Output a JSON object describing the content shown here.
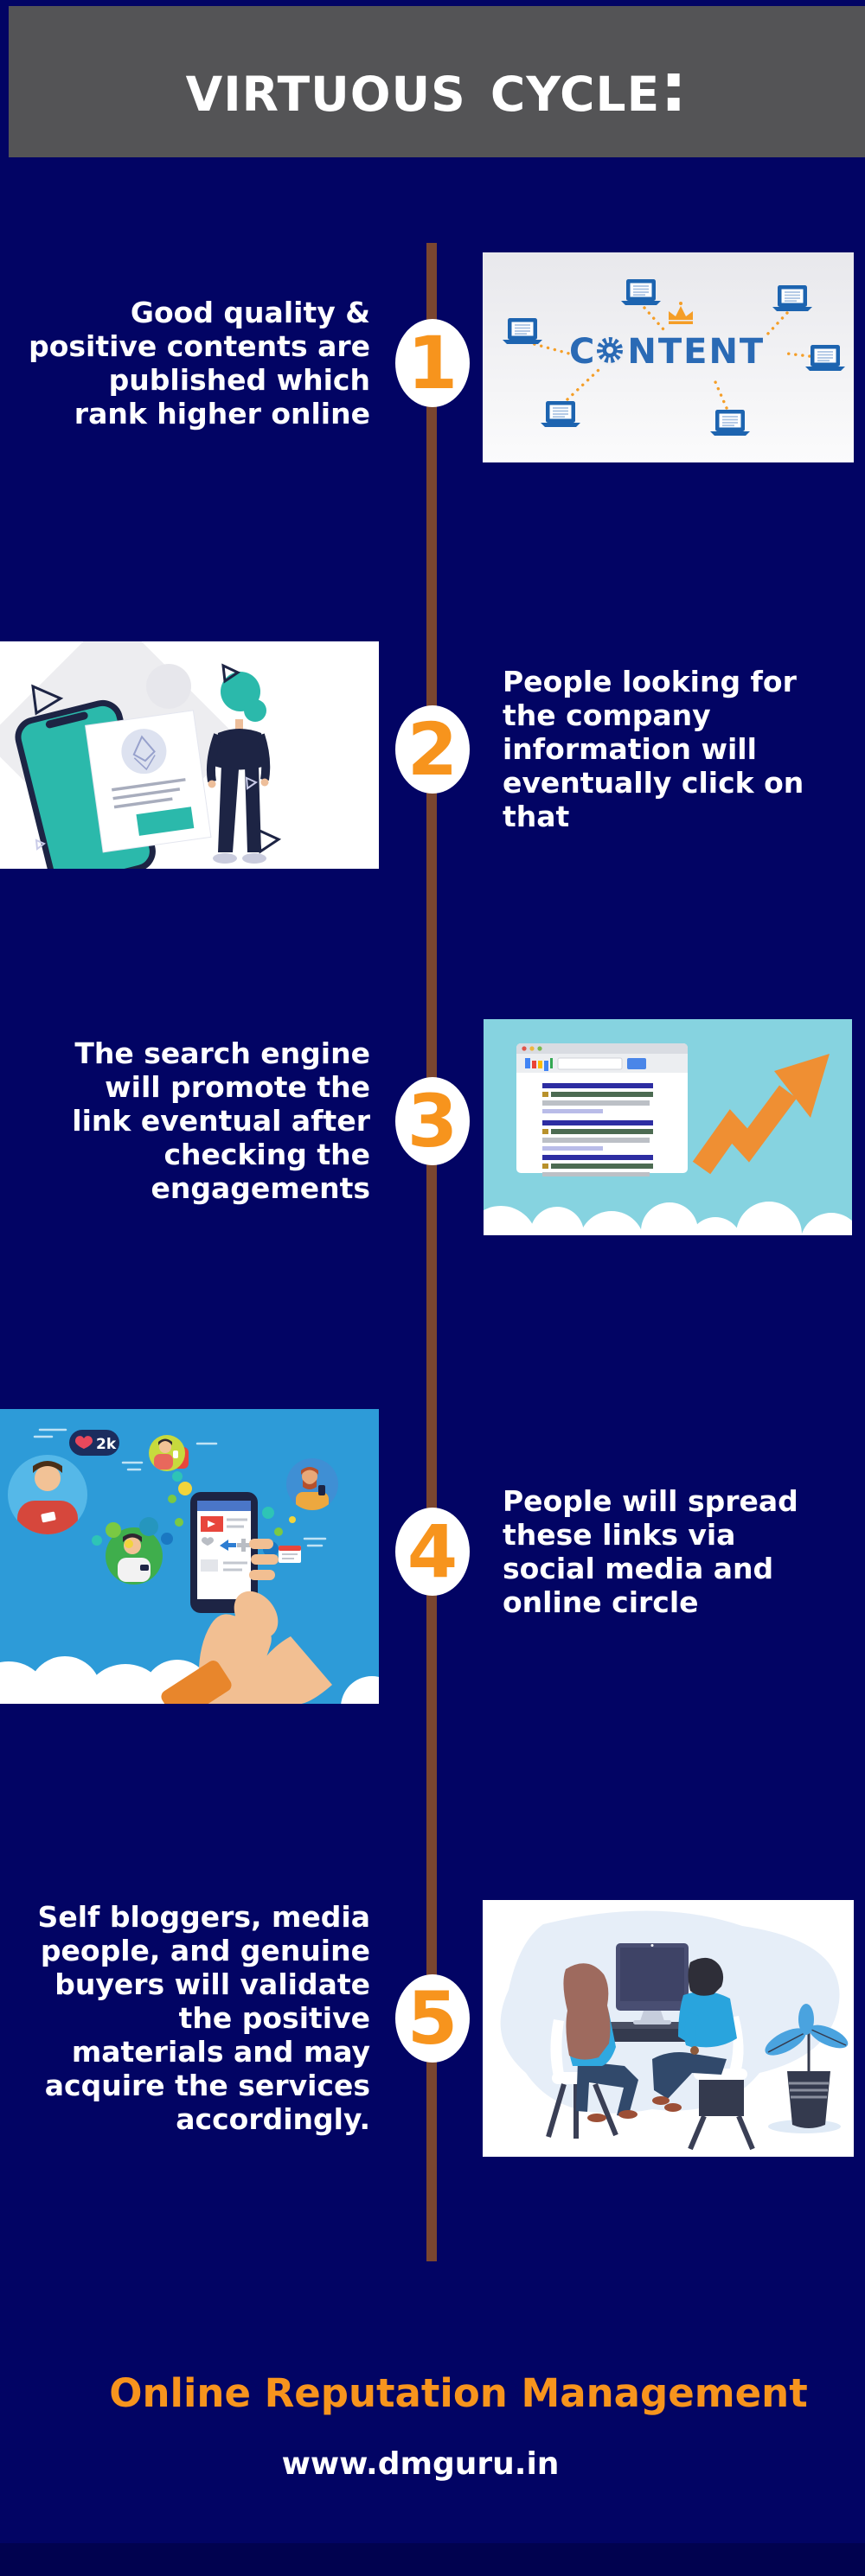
{
  "page": {
    "background": "#020464",
    "bottom_band": "#01024f"
  },
  "header": {
    "title": "Virtuous Cycle:",
    "background": "#545456",
    "text_color": "#ffffff"
  },
  "timeline": {
    "line_color": "#7a4630",
    "marker_bg": "#ffffff",
    "number_color": "#f7941d"
  },
  "steps": [
    {
      "number": "1",
      "text": "Good quality & positive contents are published which rank higher online",
      "lines": [
        "Good quality &",
        "positive contents are",
        "published which",
        "rank higher online"
      ],
      "illustration": "content-network"
    },
    {
      "number": "2",
      "text": "People looking for the company information will eventually click on that",
      "lines": [
        "People looking for",
        "the company",
        "information will",
        "eventually click on",
        "that"
      ],
      "illustration": "phone-profile-card"
    },
    {
      "number": "3",
      "text": "The search engine will promote the link eventual after checking the engagements",
      "lines": [
        "The search engine",
        "will promote the",
        "link eventual after",
        "checking the",
        "engagements"
      ],
      "illustration": "search-engine-growth"
    },
    {
      "number": "4",
      "text": "People will spread these links via social media and online circle",
      "lines": [
        "People will spread",
        "these links via",
        "social media and",
        "online circle"
      ],
      "illustration": "social-media-sharing"
    },
    {
      "number": "5",
      "text": "Self bloggers, media people, and genuine buyers will validate the positive materials and may acquire the services accordingly.",
      "lines": [
        "Self bloggers, media",
        "people, and genuine",
        "buyers will validate",
        "the positive",
        "materials and may",
        "acquire the services",
        "accordingly."
      ],
      "illustration": "team-at-desk"
    }
  ],
  "illustrations": {
    "content_label": "CONTENT",
    "likes_badge": "2k"
  },
  "footer": {
    "title": "Online Reputation Management",
    "website": "www.dmguru.in",
    "title_color": "#f7941d"
  }
}
